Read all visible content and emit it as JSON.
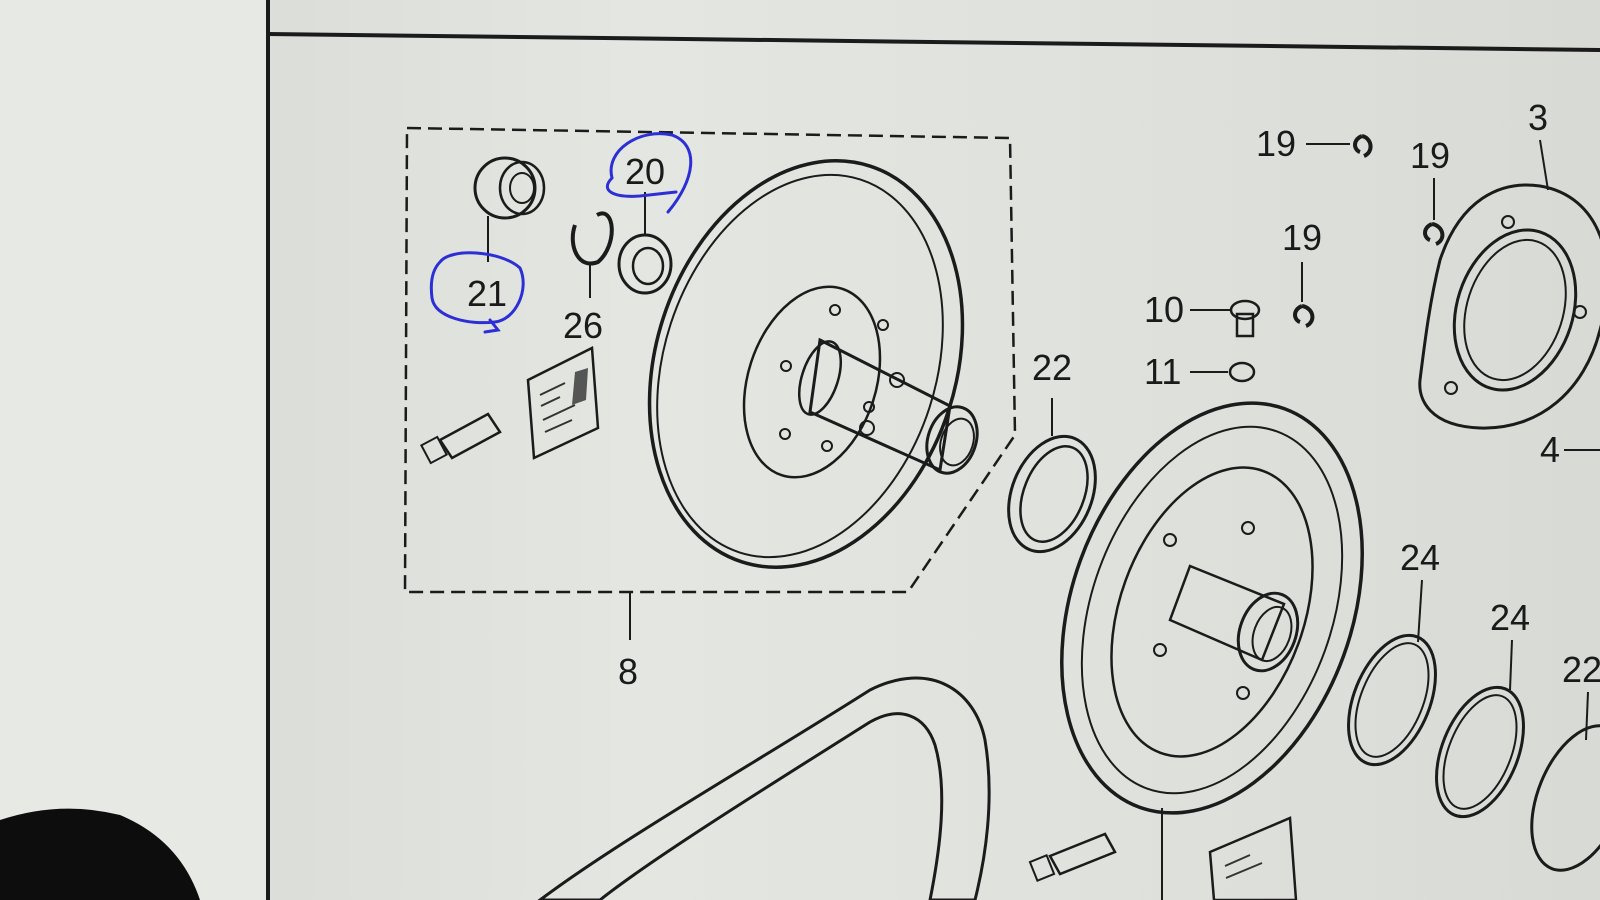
{
  "diagram": {
    "callouts": {
      "c3": "3",
      "c4": "4",
      "c8": "8",
      "c10": "10",
      "c11": "11",
      "c19a": "19",
      "c19b": "19",
      "c19c": "19",
      "c20": "20",
      "c21": "21",
      "c22a": "22",
      "c22b": "22",
      "c24a": "24",
      "c24b": "24",
      "c26": "26"
    },
    "circled_callouts": [
      "20",
      "21"
    ],
    "annotation_color": "#2d2fd6",
    "ink_color": "#1b1b1b"
  }
}
